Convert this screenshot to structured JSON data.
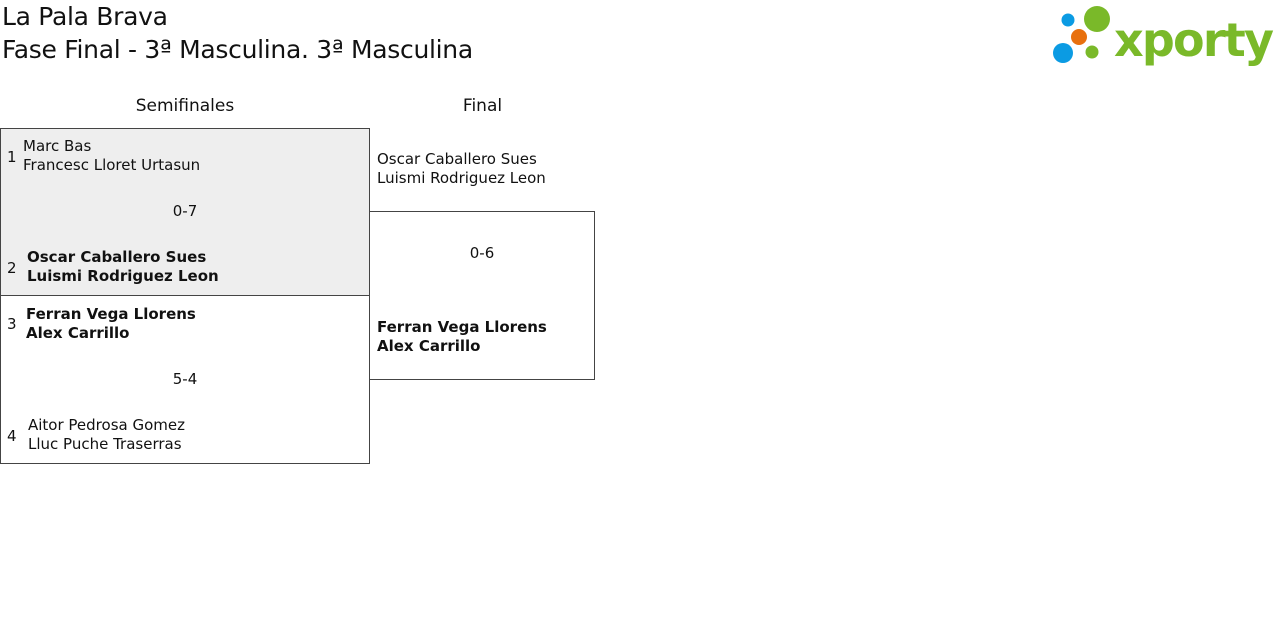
{
  "header": {
    "club": "La Pala Brava",
    "phase": "Fase Final - 3ª Masculina. 3ª Masculina"
  },
  "logo": {
    "text": "xporty",
    "colors": {
      "green": "#7ab929",
      "blue": "#0b9be3",
      "orange": "#e8700e"
    }
  },
  "rounds": [
    {
      "label": "Semifinales"
    },
    {
      "label": "Final"
    }
  ],
  "semifinals": [
    {
      "score": "0-7",
      "top": {
        "seed": "1",
        "player1": "Marc Bas",
        "player2": "Francesc Lloret Urtasun"
      },
      "bottom": {
        "seed": "2",
        "player1": "Oscar Caballero Sues",
        "player2": "Luismi Rodriguez Leon"
      }
    },
    {
      "score": "5-4",
      "top": {
        "seed": "3",
        "player1": "Ferran Vega Llorens",
        "player2": "Alex Carrillo"
      },
      "bottom": {
        "seed": "4",
        "player1": "Aitor Pedrosa Gomez",
        "player2": "Lluc Puche Traserras"
      }
    }
  ],
  "final": {
    "score": "0-6",
    "top": {
      "player1": "Oscar Caballero Sues",
      "player2": "Luismi Rodriguez Leon"
    },
    "bottom": {
      "player1": "Ferran Vega Llorens",
      "player2": "Alex Carrillo"
    }
  }
}
